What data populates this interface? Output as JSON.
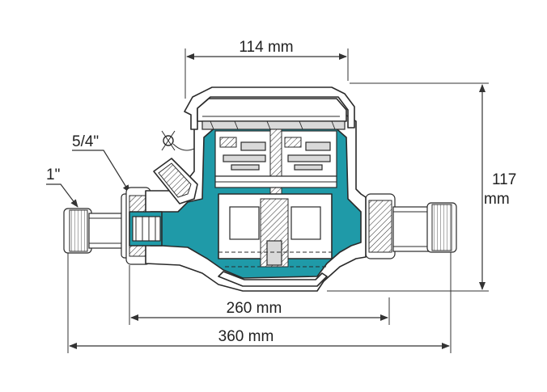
{
  "dimensions": {
    "top_width": "114 mm",
    "height_line1": "117",
    "height_line2": "mm",
    "inner_length": "260 mm",
    "overall_length": "360 mm"
  },
  "threads": {
    "outer": "1\"",
    "inner": "5/4\""
  },
  "colors": {
    "body_fill": "#1f9aa8",
    "outline": "#2a2a2a",
    "dimension_line": "#333333"
  }
}
